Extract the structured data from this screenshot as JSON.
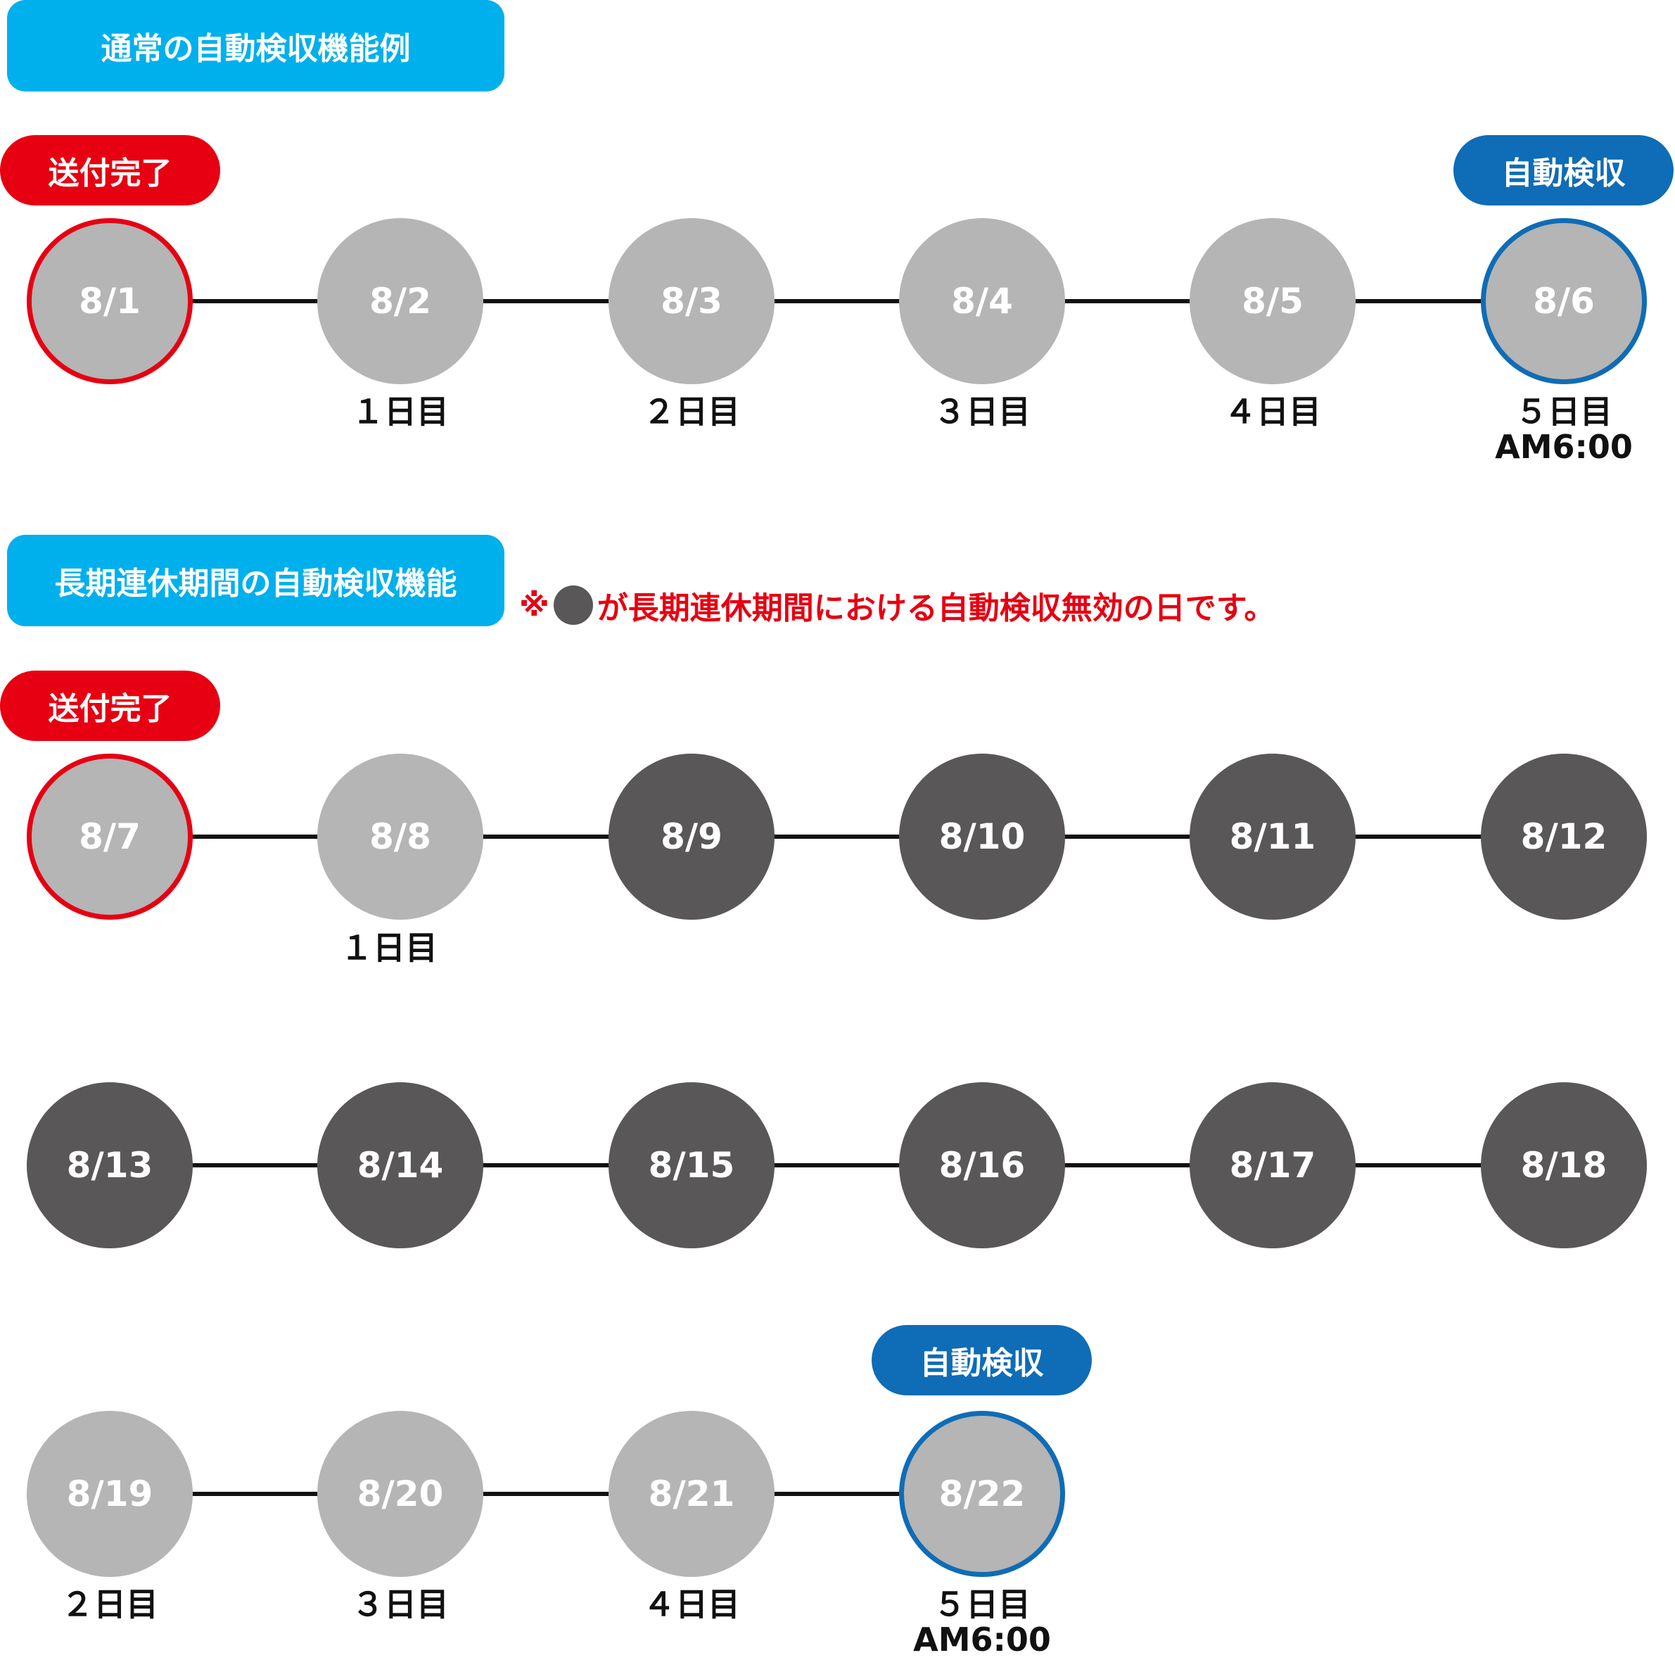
{
  "colors": {
    "section_bg": "#00b0ec",
    "sent_red": "#e60012",
    "auto_blue": "#0f6cb6",
    "normal_day": "#b4b5b4",
    "holiday_day": "#595757"
  },
  "section1": {
    "title": "通常の自動検収機能例",
    "sent_tag": "送付完了",
    "auto_tag": "自動検収",
    "days": [
      {
        "date": "8/1",
        "label": ""
      },
      {
        "date": "8/2",
        "label": "１日目"
      },
      {
        "date": "8/3",
        "label": "２日目"
      },
      {
        "date": "8/4",
        "label": "３日目"
      },
      {
        "date": "8/5",
        "label": "４日目"
      },
      {
        "date": "8/6",
        "label": "５日目",
        "time": "AM6:00"
      }
    ]
  },
  "section2": {
    "title": "長期連休期間の自動検収機能",
    "note_prefix": "※",
    "note_text": "が長期連休期間における自動検収無効の日です。",
    "sent_tag": "送付完了",
    "auto_tag": "自動検収",
    "row1": [
      {
        "date": "8/7",
        "label": ""
      },
      {
        "date": "8/8",
        "label": "１日目"
      },
      {
        "date": "8/9"
      },
      {
        "date": "8/10"
      },
      {
        "date": "8/11"
      },
      {
        "date": "8/12"
      }
    ],
    "row2": [
      {
        "date": "8/13"
      },
      {
        "date": "8/14"
      },
      {
        "date": "8/15"
      },
      {
        "date": "8/16"
      },
      {
        "date": "8/17"
      },
      {
        "date": "8/18"
      }
    ],
    "row3": [
      {
        "date": "8/19",
        "label": "２日目"
      },
      {
        "date": "8/20",
        "label": "３日目"
      },
      {
        "date": "8/21",
        "label": "４日目"
      },
      {
        "date": "8/22",
        "label": "５日目",
        "time": "AM6:00"
      }
    ]
  }
}
